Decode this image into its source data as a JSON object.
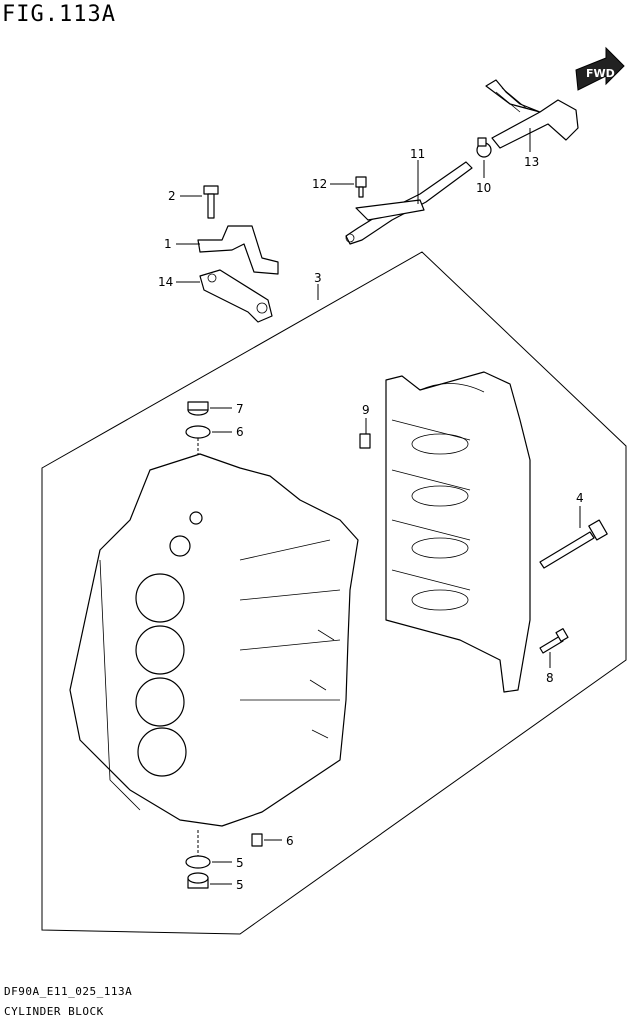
{
  "figure": {
    "title": "FIG.113A",
    "code": "DF90A_E11_025_113A",
    "name": "CYLINDER BLOCK"
  },
  "direction_badge": {
    "label": "FWD",
    "icon": "forward-arrow-icon"
  },
  "callouts": [
    "1",
    "2",
    "3",
    "4",
    "5",
    "5",
    "6",
    "6",
    "7",
    "8",
    "9",
    "10",
    "11",
    "12",
    "13",
    "14"
  ]
}
